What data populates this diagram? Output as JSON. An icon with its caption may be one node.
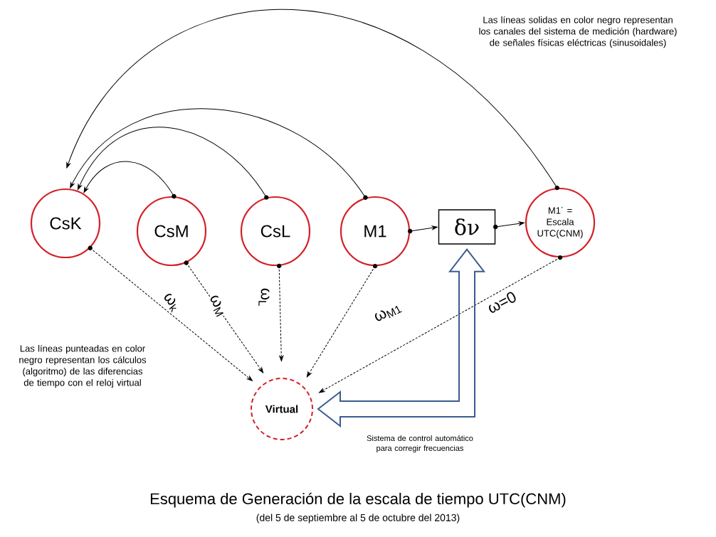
{
  "diagram": {
    "title": "Esquema de Generación de la escala de tiempo UTC(CNM)",
    "caption": "(del 5 de septiembre al 5 de octubre del 2013)",
    "nodes": [
      {
        "text": [
          "CsK"
        ]
      },
      {
        "text": [
          "CsM"
        ]
      },
      {
        "text": [
          "CsL"
        ]
      },
      {
        "text": [
          "M1"
        ]
      },
      {
        "text": [
          "δν"
        ]
      },
      {
        "text": [
          "M1´ = Escala UTC(CNM)"
        ]
      },
      {
        "text": [
          "Virtual"
        ]
      }
    ],
    "edges": [
      {
        "from": 5,
        "to": 0,
        "arrow": "to"
      },
      {
        "from": 3,
        "to": 0,
        "arrow": "to"
      },
      {
        "from": 2,
        "to": 0,
        "arrow": "to"
      },
      {
        "from": 1,
        "to": 0,
        "arrow": "to"
      },
      {
        "from": 3,
        "to": 4,
        "arrow": "to"
      },
      {
        "from": 4,
        "to": 5,
        "arrow": "to"
      },
      {
        "from": 0,
        "to": 6,
        "arrow": "to",
        "style": "dashed",
        "label": "ω$_{k}$"
      },
      {
        "from": 1,
        "to": 6,
        "arrow": "to",
        "style": "dashed",
        "label": "ω$_{M}$"
      },
      {
        "from": 2,
        "to": 6,
        "arrow": "to",
        "style": "dashed",
        "label": "ω$_{L}$"
      },
      {
        "from": 3,
        "to": 6,
        "arrow": "to",
        "style": "dashed",
        "label": "ω$_{M1}$"
      },
      {
        "from": 5,
        "to": 6,
        "arrow": "to",
        "style": "dashed",
        "label": "ω=0"
      },
      {
        "from": 6,
        "to": 4,
        "arrow": "both",
        "style": "thick",
        "color": "#3b5b8f"
      }
    ],
    "labels": [
      "Las líneas solidas en color negro representan los canales del sistema de medición (hardware) de señales físicas eléctricas (sinusoidales)",
      "Las líneas punteadas en color negro representan los cálculos (algoritmo) de las diferencias de tiempo con el reloj virtual",
      "Sistema de control automático para corregir frecuencias"
    ]
  }
}
